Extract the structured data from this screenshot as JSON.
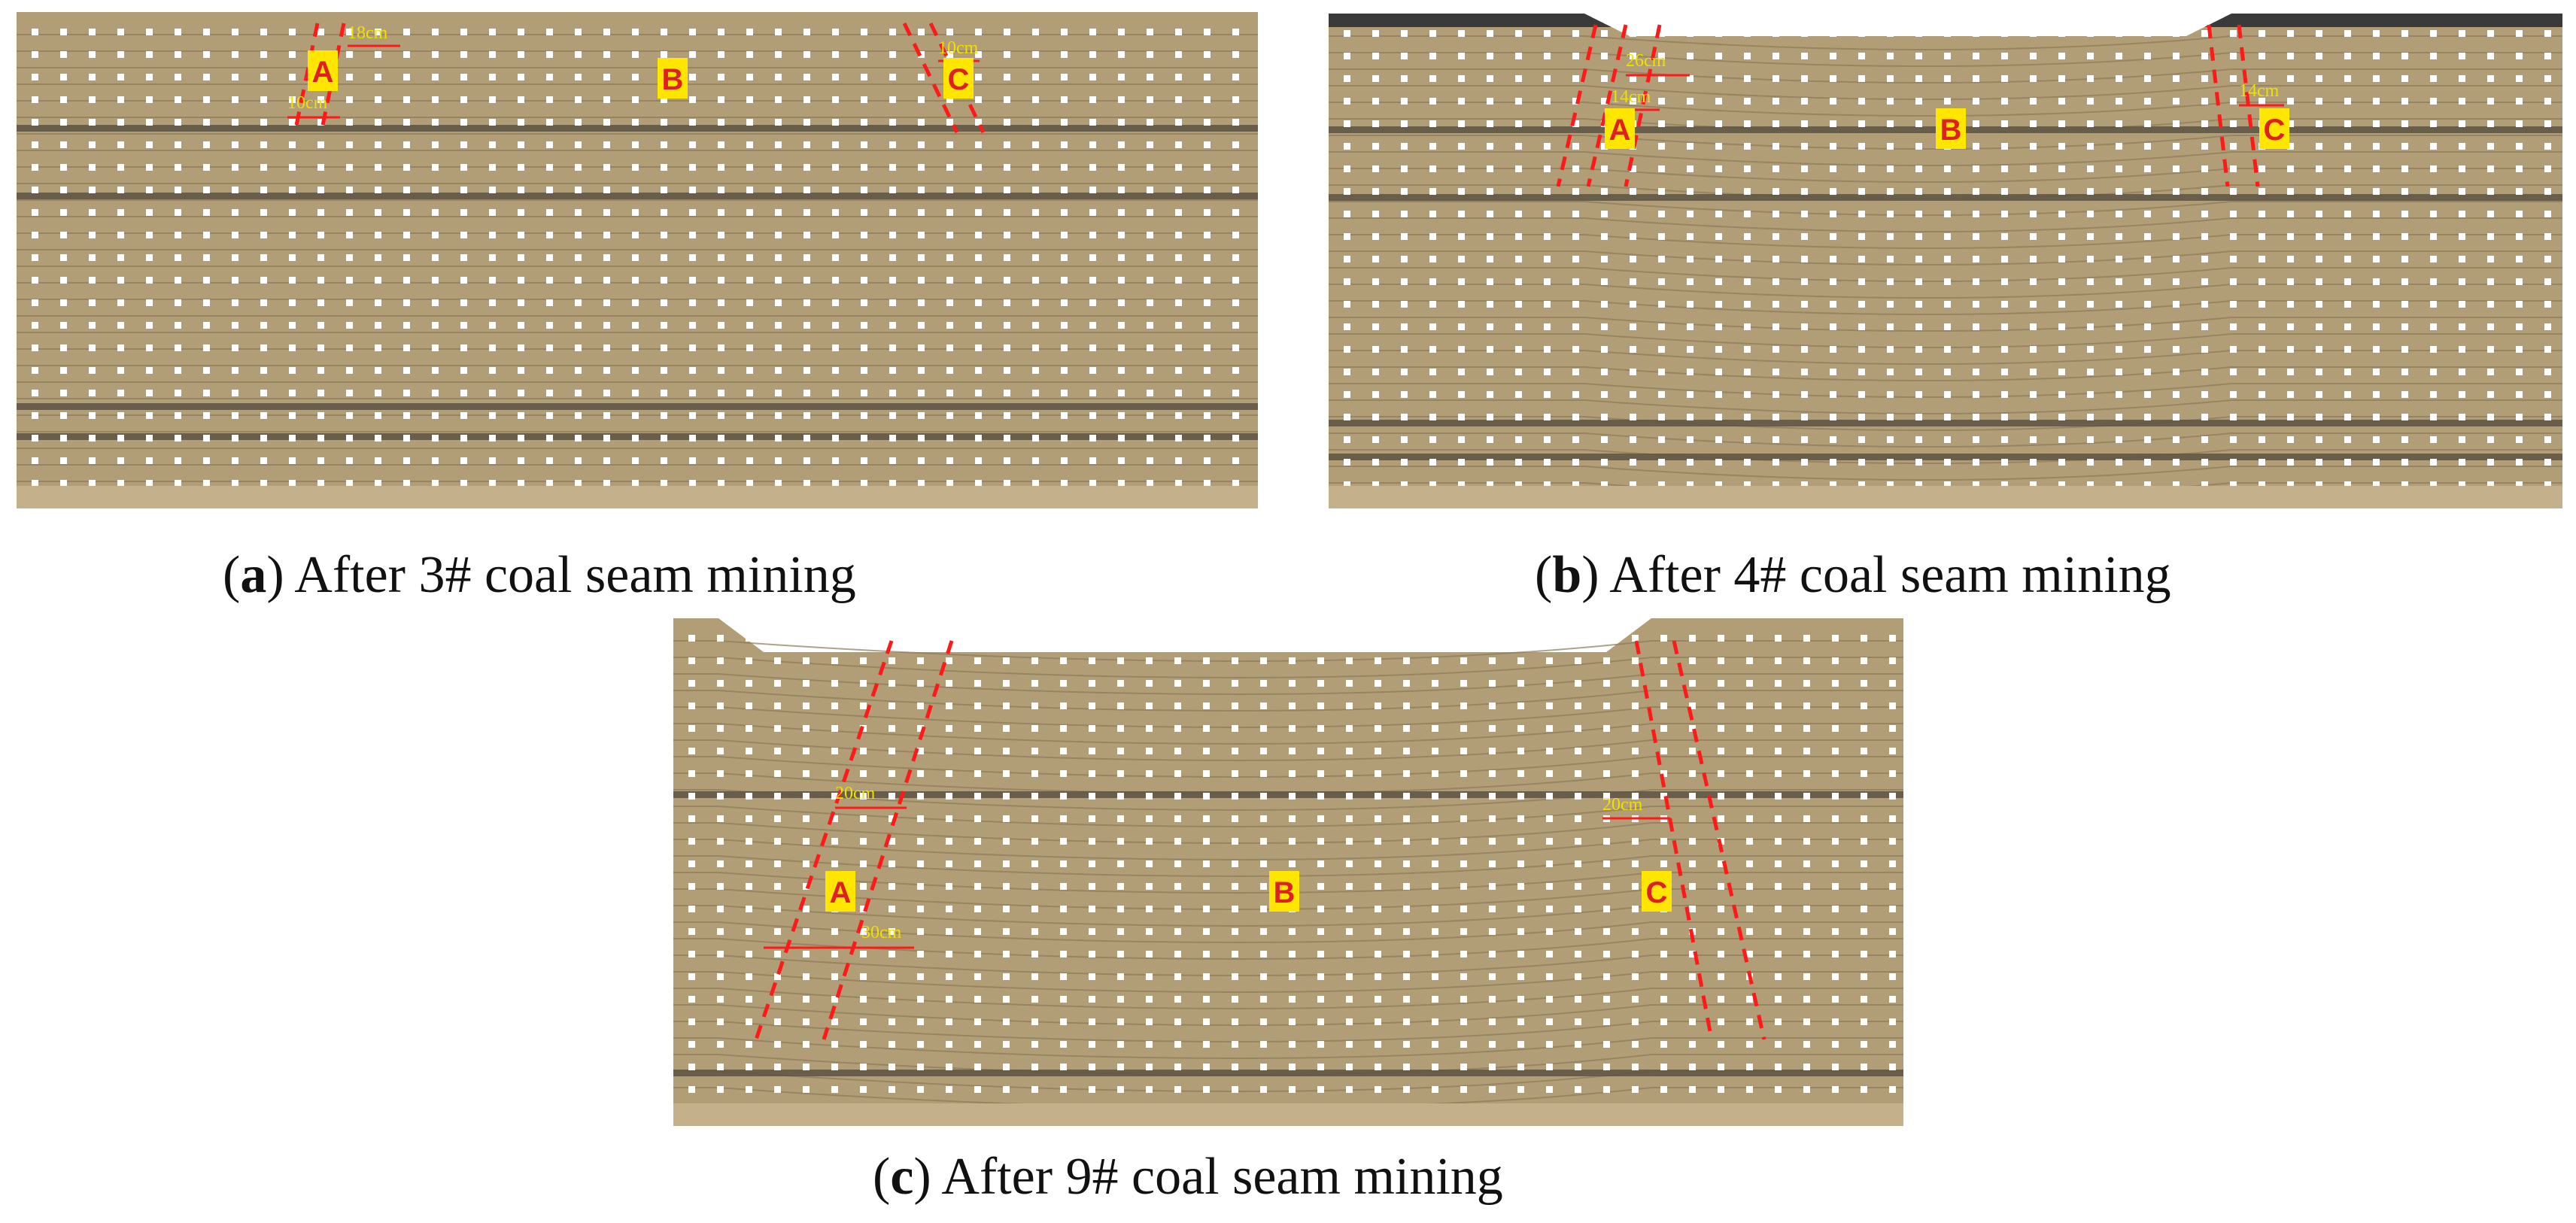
{
  "figure": {
    "panels": [
      {
        "id": "a",
        "caption_letter": "a",
        "caption_text": ") After 3# coal seam mining",
        "zone_labels": [
          "A",
          "B",
          "C"
        ],
        "measurements": [
          "18cm",
          "10cm",
          "10cm"
        ]
      },
      {
        "id": "b",
        "caption_letter": "b",
        "caption_text": ") After 4# coal seam mining",
        "zone_labels": [
          "A",
          "B",
          "C"
        ],
        "measurements": [
          "26cm",
          "14cm",
          "14cm"
        ]
      },
      {
        "id": "c",
        "caption_letter": "c",
        "caption_text": ") After 9# coal seam mining",
        "zone_labels": [
          "A",
          "B",
          "C"
        ],
        "measurements": [
          "20cm",
          "30cm",
          "20cm"
        ]
      }
    ]
  },
  "colors": {
    "model_base": "#b19d76",
    "model_dark_band": "#5d5342",
    "marker": "#ffffff",
    "boundary_line": "#ff1a1a",
    "zone_label_bg": "#ffe600",
    "zone_label_text": "#e02020",
    "measure_text": "#f0e000"
  }
}
